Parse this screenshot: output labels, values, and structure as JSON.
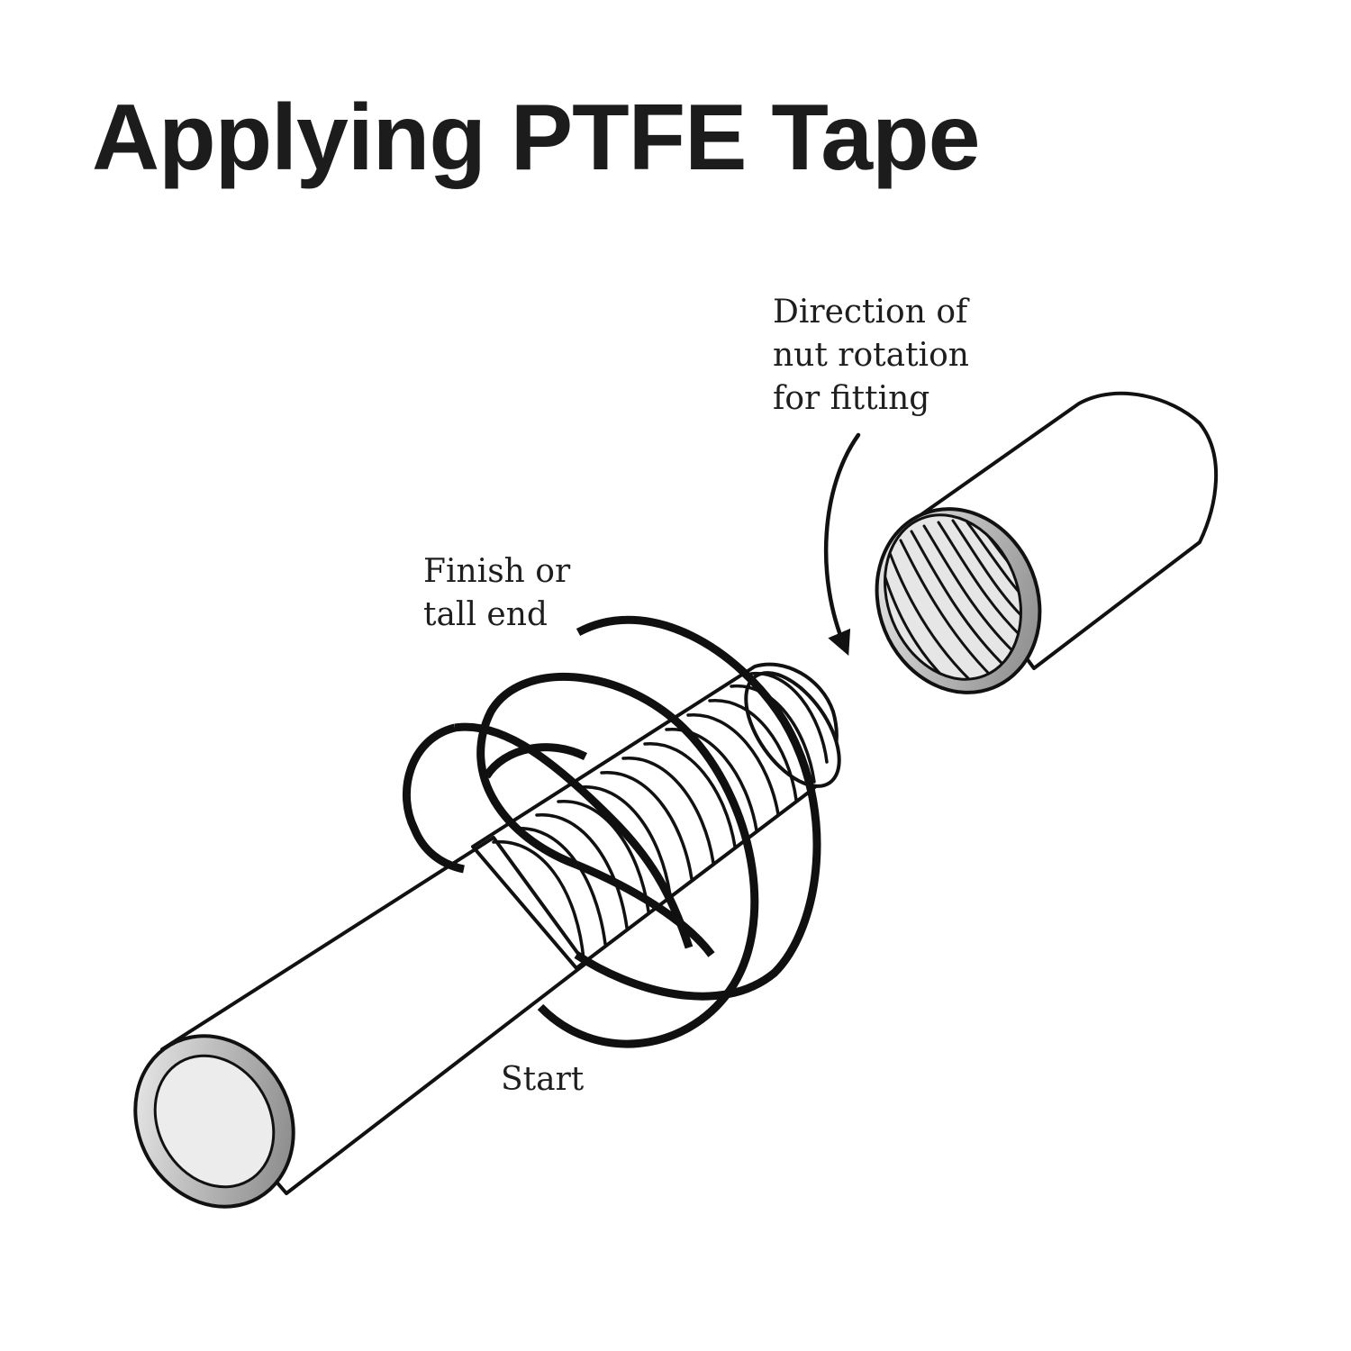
{
  "title": "Applying PTFE Tape",
  "labels": {
    "direction": [
      "Direction of",
      "nut rotation",
      "for fitting"
    ],
    "finish": [
      "Finish or",
      "tall end"
    ],
    "start": "Start"
  },
  "parts": {
    "pipe": "pipe",
    "tape": "ptfe-tape",
    "nut": "threaded-nut",
    "arrow": "rotation-arrow"
  },
  "colors": {
    "ink": "#111111",
    "rim_dark": "#8a8a8a",
    "rim_light": "#f2f2f2",
    "bore": "#ececec",
    "thread_fill": "#dcdcdc"
  }
}
